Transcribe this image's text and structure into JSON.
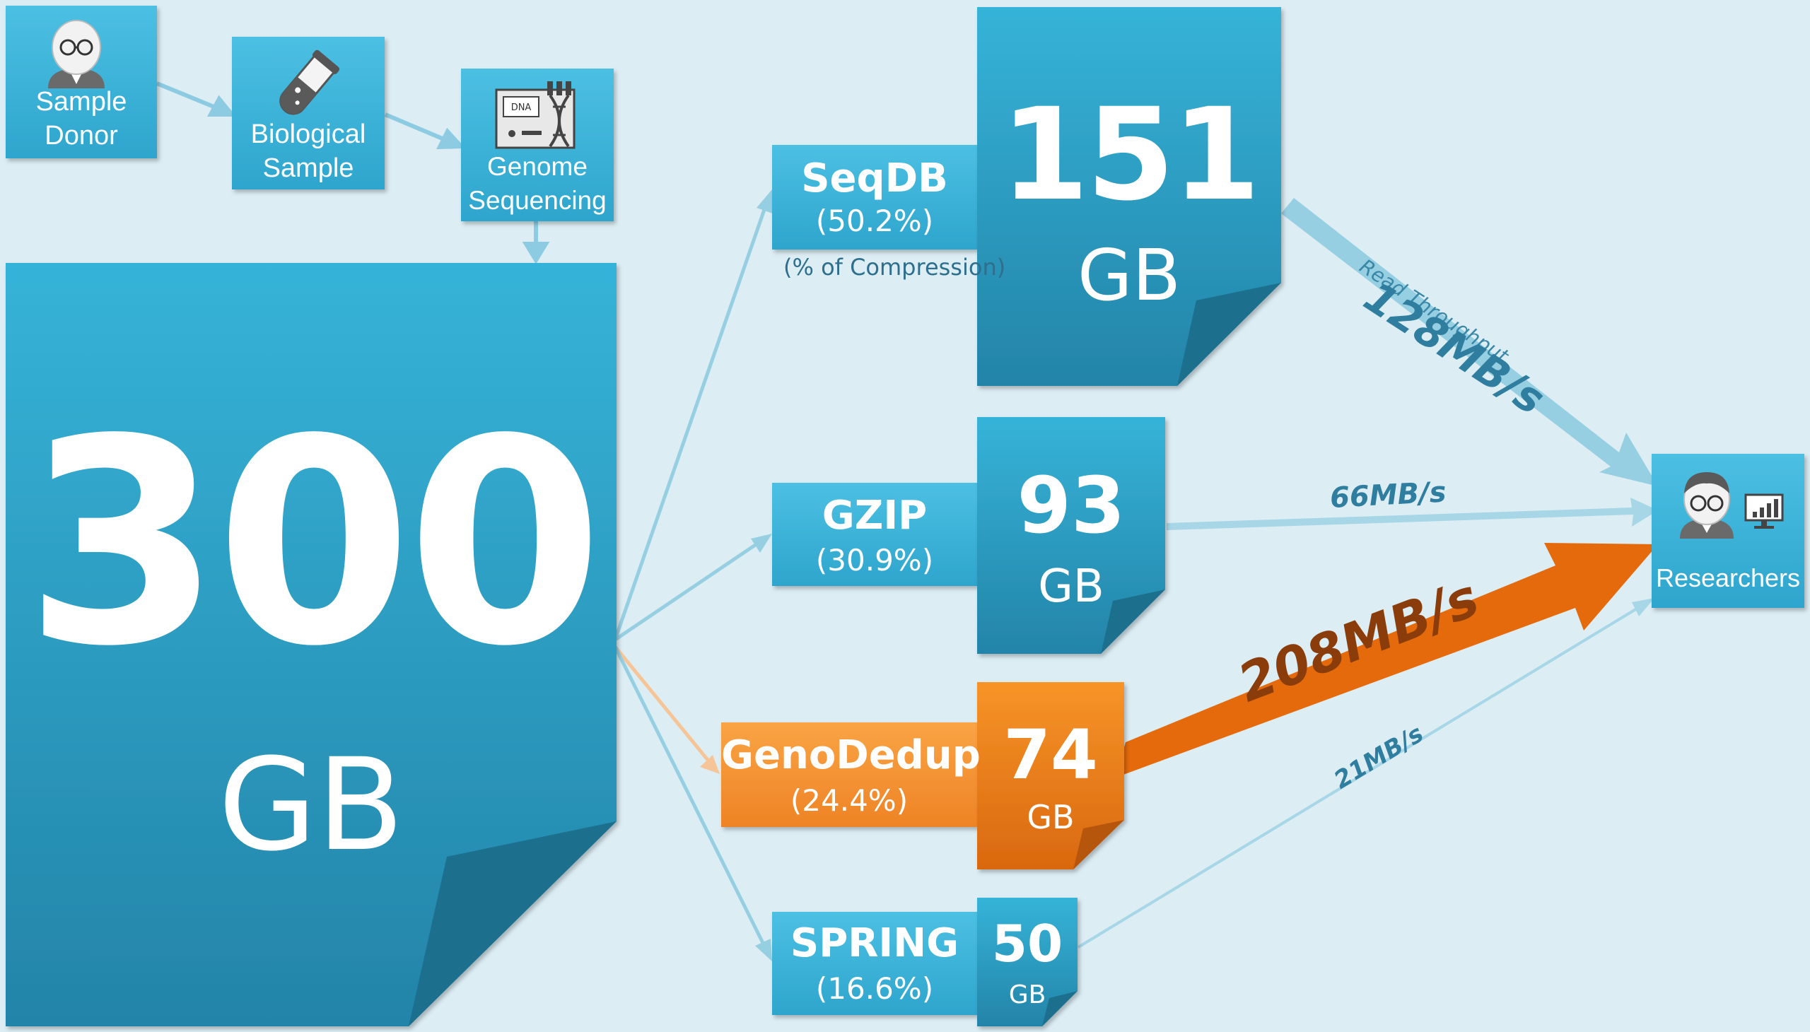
{
  "pipeline": {
    "sample_donor": {
      "line1": "Sample",
      "line2": "Donor"
    },
    "biological_sample": {
      "line1": "Biological",
      "line2": "Sample"
    },
    "genome_sequencing": {
      "line1": "Genome",
      "line2": "Sequencing",
      "dna_label": "DNA"
    }
  },
  "source": {
    "value": "300",
    "unit": "GB"
  },
  "methods": [
    {
      "name": "SeqDB",
      "pct": "(50.2%)",
      "note": "(% of Compression)",
      "value": "151",
      "unit": "GB",
      "throughput": "128MB/s",
      "throughput_label": "Read Throughput"
    },
    {
      "name": "GZIP",
      "pct": "(30.9%)",
      "value": "93",
      "unit": "GB",
      "throughput": "66MB/s"
    },
    {
      "name": "GenoDedup",
      "pct": "(24.4%)",
      "value": "74",
      "unit": "GB",
      "throughput": "208MB/s"
    },
    {
      "name": "SPRING",
      "pct": "(16.6%)",
      "value": "50",
      "unit": "GB",
      "throughput": "21MB/s"
    }
  ],
  "researchers": {
    "label": "Researchers"
  },
  "colors": {
    "background": "#dcedf4",
    "tile_blue": "#2aa7cc",
    "label_blue": "#45b9de",
    "orange": "#f28a1e",
    "arrow_light": "#97cfe2",
    "arrow_orange": "#e56a0b",
    "throughput_text": "#2f7ea0",
    "highlight_text": "#8a3d0a"
  },
  "icons": [
    "person-icon",
    "test-tube-icon",
    "dna-sequencer-icon",
    "researcher-icon",
    "chart-monitor-icon"
  ]
}
